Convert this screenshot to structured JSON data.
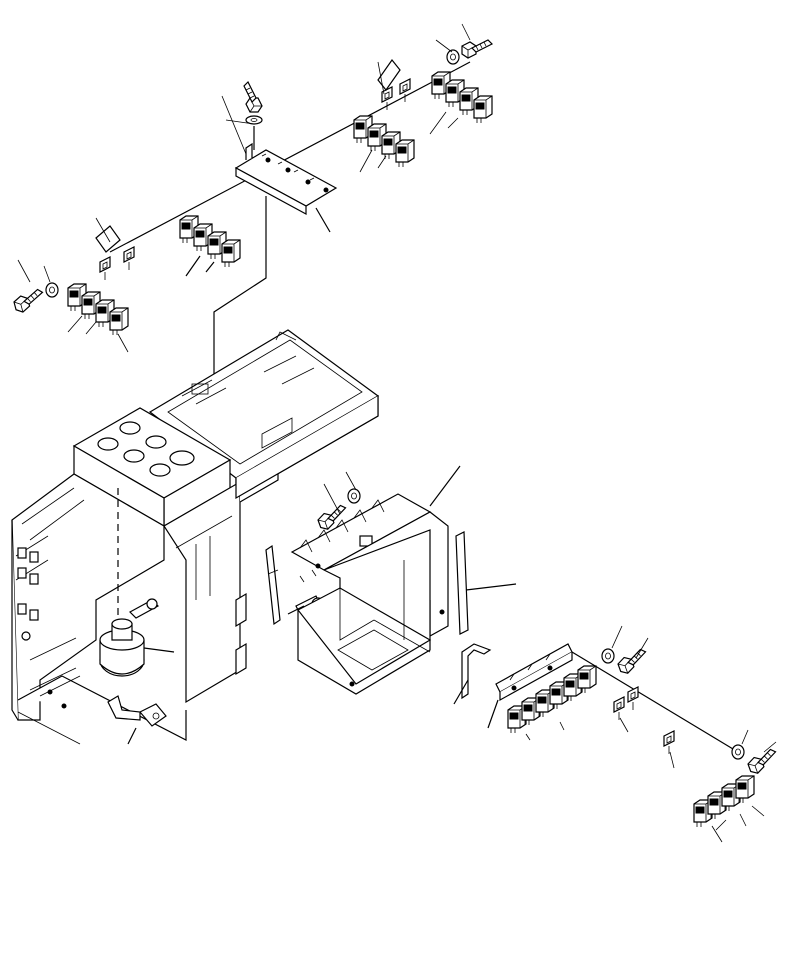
{
  "figure": {
    "kind": "exploded-parts-diagram",
    "background": "#ffffff",
    "line_color": "#000000"
  },
  "relay_packs": [
    {
      "name": "relay-pack-top-right",
      "count": 4
    },
    {
      "name": "relay-pack-top-middle",
      "count": 4
    },
    {
      "name": "relay-pack-upper-center",
      "count": 4
    },
    {
      "name": "relay-pack-upper-left",
      "count": 4
    },
    {
      "name": "relay-pack-lower-middle",
      "count": 6
    },
    {
      "name": "relay-pack-lower-right",
      "count": 4
    }
  ]
}
